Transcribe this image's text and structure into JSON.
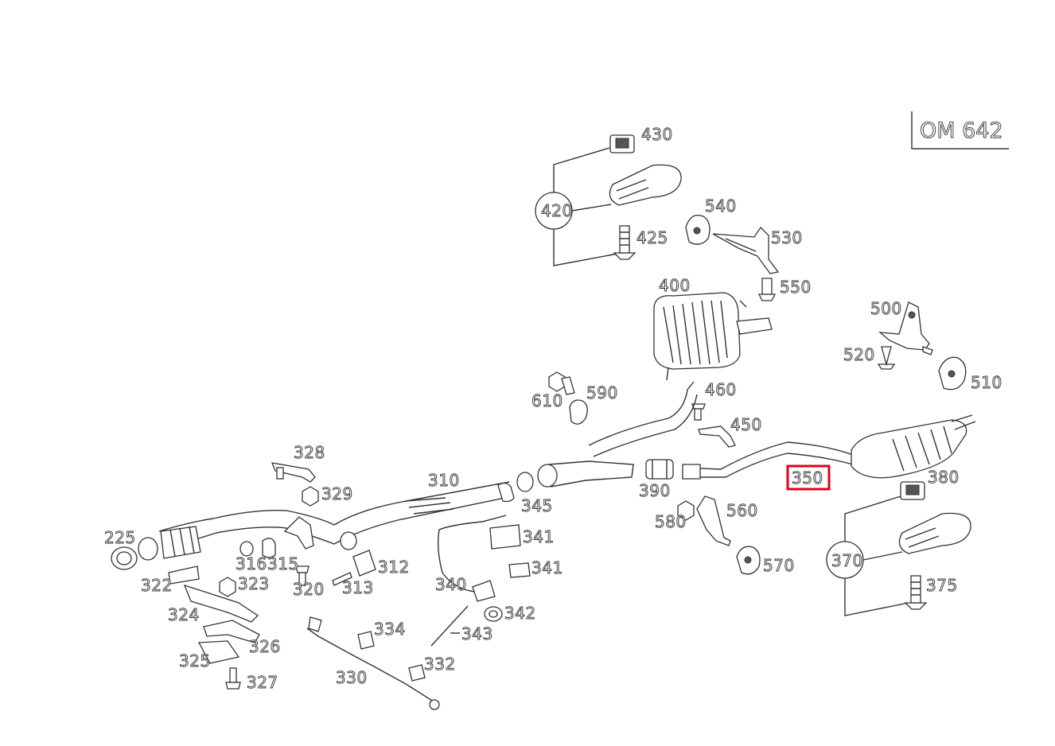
{
  "engine_label": "OM 642",
  "highlight_color": "#e0001b",
  "selected_part": "350",
  "parts": [
    {
      "id": "430",
      "label": "430"
    },
    {
      "id": "420",
      "label": "420"
    },
    {
      "id": "425",
      "label": "425"
    },
    {
      "id": "540",
      "label": "540"
    },
    {
      "id": "530",
      "label": "530"
    },
    {
      "id": "550",
      "label": "550"
    },
    {
      "id": "400",
      "label": "400"
    },
    {
      "id": "500",
      "label": "500"
    },
    {
      "id": "520",
      "label": "520"
    },
    {
      "id": "510",
      "label": "510"
    },
    {
      "id": "460",
      "label": "460"
    },
    {
      "id": "610",
      "label": "610"
    },
    {
      "id": "590",
      "label": "590"
    },
    {
      "id": "450",
      "label": "450"
    },
    {
      "id": "350",
      "label": "350"
    },
    {
      "id": "380",
      "label": "380"
    },
    {
      "id": "390",
      "label": "390"
    },
    {
      "id": "560",
      "label": "560"
    },
    {
      "id": "580",
      "label": "580"
    },
    {
      "id": "570",
      "label": "570"
    },
    {
      "id": "370",
      "label": "370"
    },
    {
      "id": "375",
      "label": "375"
    },
    {
      "id": "328",
      "label": "328"
    },
    {
      "id": "310",
      "label": "310"
    },
    {
      "id": "329",
      "label": "329"
    },
    {
      "id": "345",
      "label": "345"
    },
    {
      "id": "341a",
      "label": "341"
    },
    {
      "id": "341b",
      "label": "341"
    },
    {
      "id": "225",
      "label": "225"
    },
    {
      "id": "316",
      "label": "316"
    },
    {
      "id": "315",
      "label": "315"
    },
    {
      "id": "312",
      "label": "312"
    },
    {
      "id": "322",
      "label": "322"
    },
    {
      "id": "323",
      "label": "323"
    },
    {
      "id": "320",
      "label": "320"
    },
    {
      "id": "313",
      "label": "313"
    },
    {
      "id": "340",
      "label": "340"
    },
    {
      "id": "342",
      "label": "342"
    },
    {
      "id": "324",
      "label": "324"
    },
    {
      "id": "343",
      "label": "343"
    },
    {
      "id": "334",
      "label": "334"
    },
    {
      "id": "326",
      "label": "326"
    },
    {
      "id": "325",
      "label": "325"
    },
    {
      "id": "332",
      "label": "332"
    },
    {
      "id": "330",
      "label": "330"
    },
    {
      "id": "327",
      "label": "327"
    }
  ]
}
